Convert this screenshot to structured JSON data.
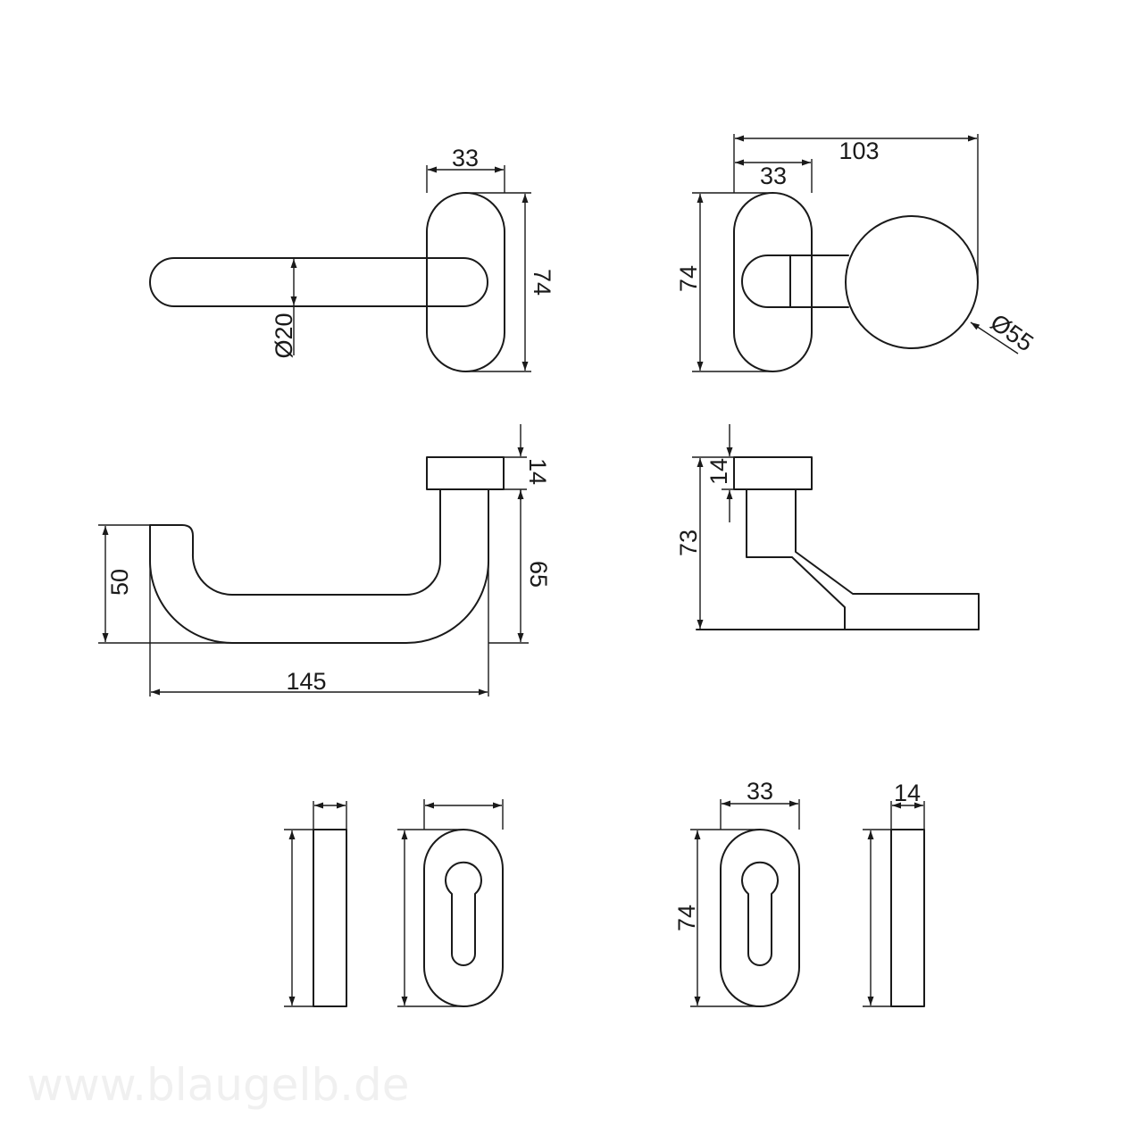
{
  "dimensions": {
    "lever_rosette_width": "33",
    "lever_rosette_height": "74",
    "lever_diameter": "Ø20",
    "knob_overall_width": "103",
    "knob_rosette_width": "33",
    "knob_rosette_height": "74",
    "knob_diameter": "Ø55",
    "lever_side_rosette_thickness": "14",
    "lever_side_height": "65",
    "lever_side_drop": "50",
    "lever_side_length": "145",
    "knob_side_rosette_thickness": "14",
    "knob_side_height": "73",
    "escutcheon_width": "33",
    "escutcheon_height": "74",
    "escutcheon_thickness": "14"
  },
  "watermark": "www.blaugelb.de"
}
